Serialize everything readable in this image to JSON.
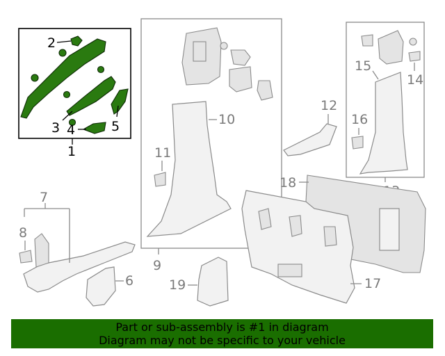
{
  "banner": {
    "line1": "Part or sub-assembly is #1 in diagram",
    "line2": "Diagram may not be specific to your vehicle"
  },
  "callouts": {
    "c1": "1",
    "c2": "2",
    "c3": "3",
    "c4": "4",
    "c5": "5",
    "c6": "6",
    "c7": "7",
    "c8": "8",
    "c9": "9",
    "c10": "10",
    "c11": "11",
    "c12": "12",
    "c13": "13",
    "c14": "14",
    "c15": "15",
    "c16": "16",
    "c17": "17",
    "c18": "18",
    "c19": "19"
  },
  "colors": {
    "highlight_part": "#2a7a10",
    "banner_background": "#1a6e00",
    "outline": "#8a8a8a"
  }
}
